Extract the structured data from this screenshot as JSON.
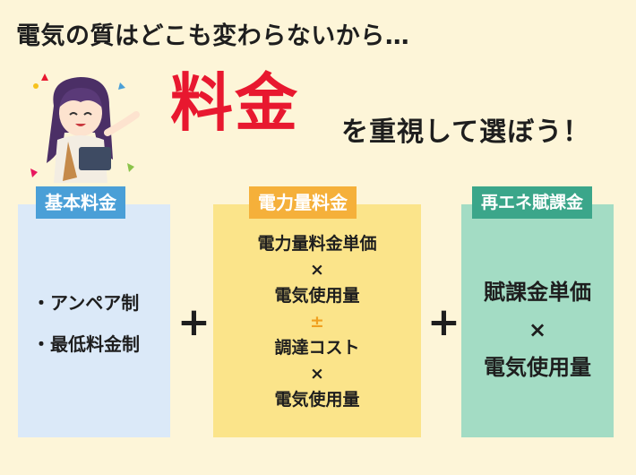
{
  "headline": "電気の質はどこも変わらないから…",
  "hero": {
    "big_word": "料金",
    "sub_word": "を重視して選ぼう！"
  },
  "cards": [
    {
      "tag": "基本料金",
      "items": [
        "・アンペア制",
        "・最低料金制"
      ]
    },
    {
      "tag": "電力量料金",
      "lines": [
        "電力量料金単価",
        "×",
        "電気使用量",
        "±",
        "調達コスト",
        "×",
        "電気使用量"
      ]
    },
    {
      "tag": "再エネ賦課金",
      "lines": [
        "賦課金単価",
        "×",
        "電気使用量"
      ]
    }
  ],
  "operators": [
    "+",
    "+"
  ],
  "colors": {
    "background": "#fdf5d8",
    "accent_red": "#e8182f",
    "blue_tag": "#4a9fd7",
    "blue_card": "#dbe9f8",
    "orange_tag": "#f5b03a",
    "yellow_card": "#fbe48a",
    "green_tag": "#3ba68a",
    "green_card": "#a3dcc4"
  },
  "avatar_icon": "girl-with-laptop-illustration"
}
